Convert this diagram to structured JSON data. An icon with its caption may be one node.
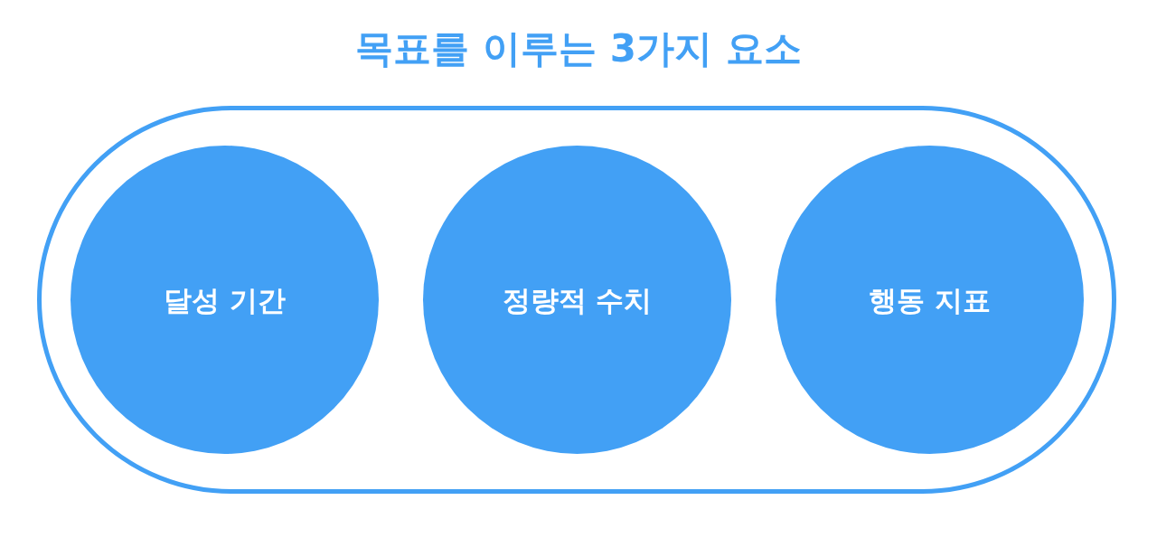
{
  "diagram": {
    "title": "목표를 이루는 3가지 요소",
    "nodes": [
      {
        "text": [],
        "shape": "stadium"
      },
      {
        "text": [
          "달성 기간"
        ],
        "in": 0
      },
      {
        "text": [
          "정량적 수치"
        ],
        "in": 0
      },
      {
        "text": [
          "행동 지표"
        ],
        "in": 0
      }
    ]
  }
}
